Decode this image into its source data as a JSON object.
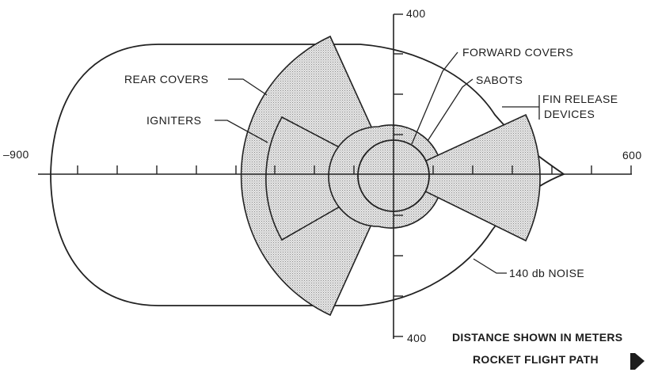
{
  "axis": {
    "x_min_label": "–900",
    "x_max_label": "600",
    "y_top_label": "400",
    "y_bottom_label": "400"
  },
  "zones": {
    "rear_covers": "REAR COVERS",
    "igniters": "IGNITERS",
    "forward_covers": "FORWARD COVERS",
    "sabots": "SABOTS",
    "fin_release_line1": "FIN RELEASE",
    "fin_release_line2": "DEVICES",
    "noise": "140 db NOISE"
  },
  "notes": {
    "distance": "DISTANCE SHOWN IN METERS",
    "flight_path": "ROCKET FLIGHT PATH"
  },
  "colors": {
    "ink": "#222222",
    "stipple_fill": "#e6e6e6"
  },
  "icons": {
    "flight_direction": "arrow-right-icon"
  }
}
